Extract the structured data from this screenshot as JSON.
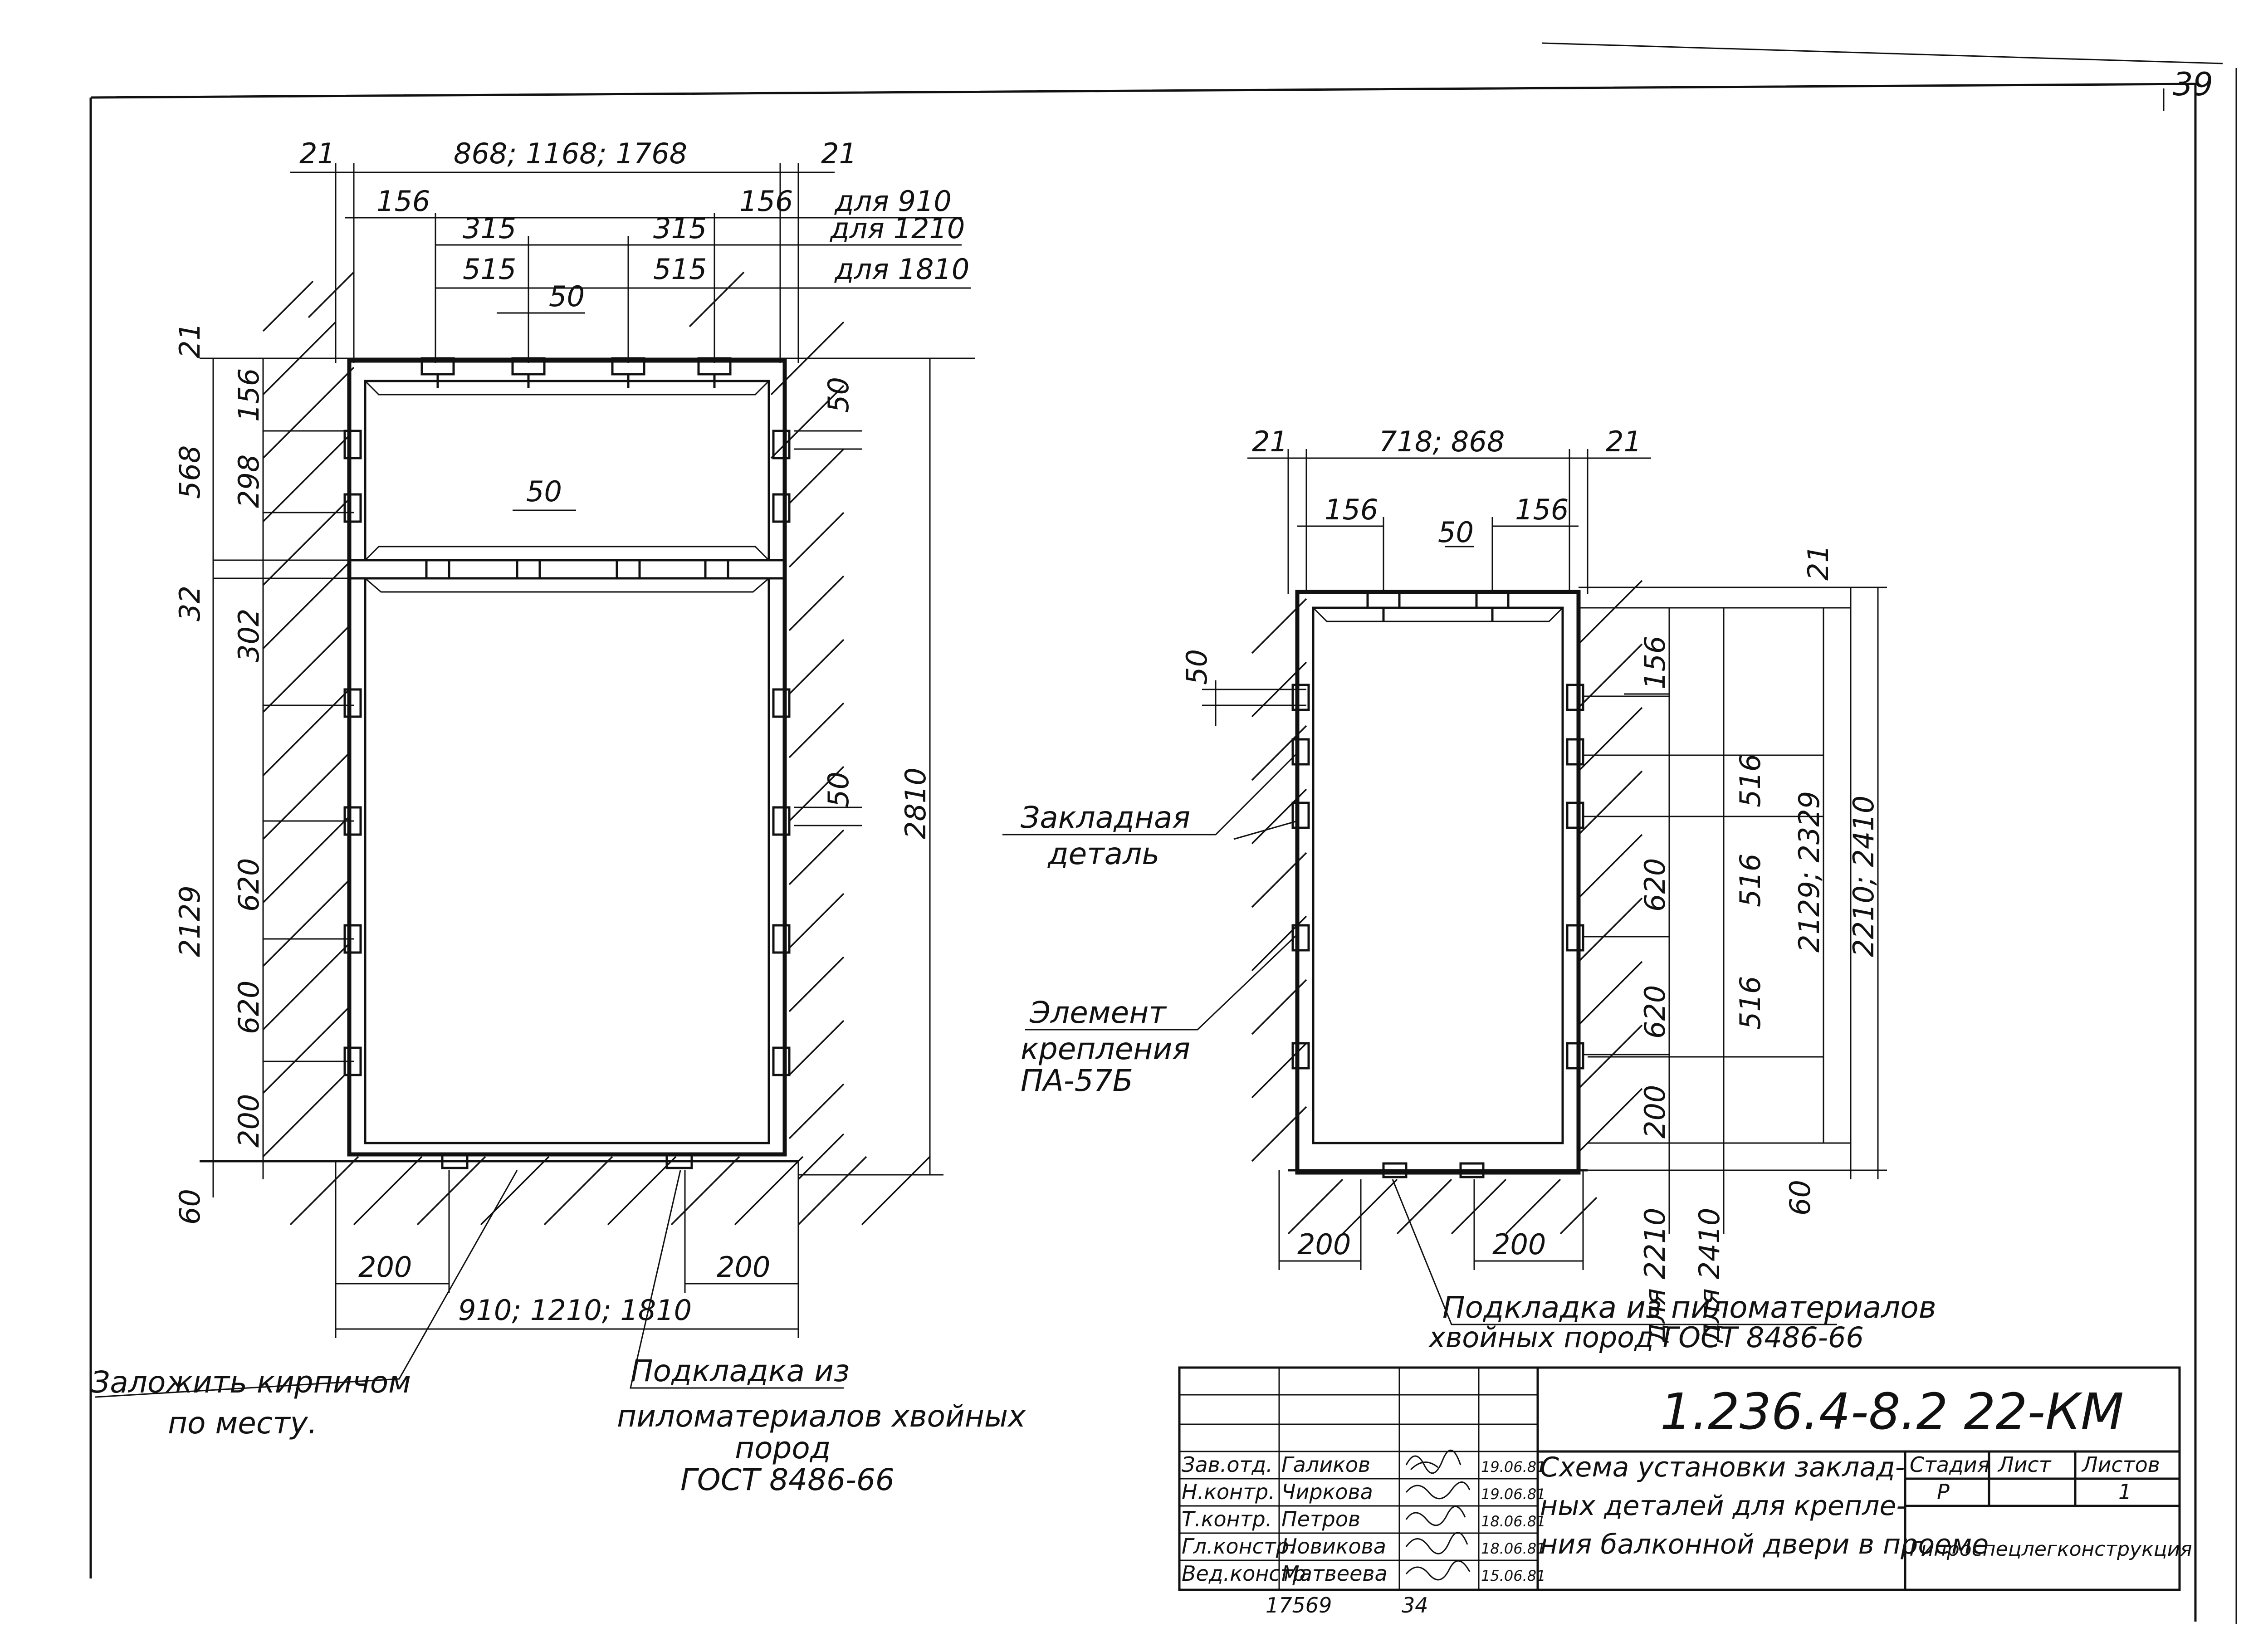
{
  "page_number": "39",
  "left_view": {
    "dims_top": {
      "edge": "21",
      "width_options": "868; 1168; 1768",
      "offset": "156",
      "d315": "315",
      "d515": "515",
      "d50": "50",
      "for_910": "для 910",
      "for_1210": "для 1210",
      "for_1810": "для 1810"
    },
    "dims_left": {
      "top_edge": "21",
      "transom": "568",
      "d156": "156",
      "d298": "298",
      "d32": "32",
      "d302": "302",
      "door": "2129",
      "d620a": "620",
      "d620b": "620",
      "d200": "200",
      "d60": "60"
    },
    "dims_right": {
      "total": "2810",
      "d50a": "50",
      "d50b": "50",
      "mid50": "50"
    },
    "dims_bottom": {
      "d200_left": "200",
      "d200_right": "200",
      "opening": "910;  1210;  1810"
    },
    "note_brick": [
      "Заложить кирпичом",
      "по месту."
    ],
    "note_pad": [
      "Подкладка из",
      "пиломатериалов хвойных",
      "пород",
      "ГОСТ 8486-66"
    ]
  },
  "right_view": {
    "dims_top": {
      "edge": "21",
      "width_options": "718; 868",
      "d156": "156",
      "d50": "50"
    },
    "dims_left": {
      "d50": "50"
    },
    "dims_right": {
      "top_edge": "21",
      "d156": "156",
      "d516a": "516",
      "d516b": "516",
      "d516c": "516",
      "d620a": "620",
      "d620b": "620",
      "d200": "200",
      "d60": "60",
      "heights_a": "2129;  2329",
      "heights_b": "2210; 2410",
      "for_2210": "для 2210",
      "for_2410": "для 2410"
    },
    "dims_bottom": {
      "d200_left": "200",
      "d200_right": "200"
    },
    "label_embedded": [
      "Закладная",
      "деталь"
    ],
    "label_fastener": [
      "Элемент",
      "крепления",
      "ПА-57Б"
    ],
    "note_pad": [
      "Подкладка из пиломатериалов",
      "хвойных пород ГОСТ 8486-66"
    ]
  },
  "title_block": {
    "code": "1.236.4-8.2  22-КМ",
    "title_lines": [
      "Схема установки заклад-",
      "ных деталей для крепле-",
      "ния балконной двери в проеме"
    ],
    "stage_header": "Стадия",
    "sheet_header": "Лист",
    "sheets_header": "Листов",
    "stage_value": "Р",
    "sheets_value": "1",
    "organization": "Гипроспецлегконструкция",
    "signatures": [
      {
        "role": "Зав.отд.",
        "name": "Галиков",
        "date": "19.06.81"
      },
      {
        "role": "Н.контр.",
        "name": "Чиркова",
        "date": "19.06.81"
      },
      {
        "role": "Т.контр.",
        "name": "Петров",
        "date": "18.06.81"
      },
      {
        "role": "Гл.констр.",
        "name": "Новикова",
        "date": "18.06.81"
      },
      {
        "role": "Вед.констр.",
        "name": "Матвеева",
        "date": "15.06.81"
      }
    ],
    "below_numbers": [
      "17569",
      "34"
    ]
  }
}
